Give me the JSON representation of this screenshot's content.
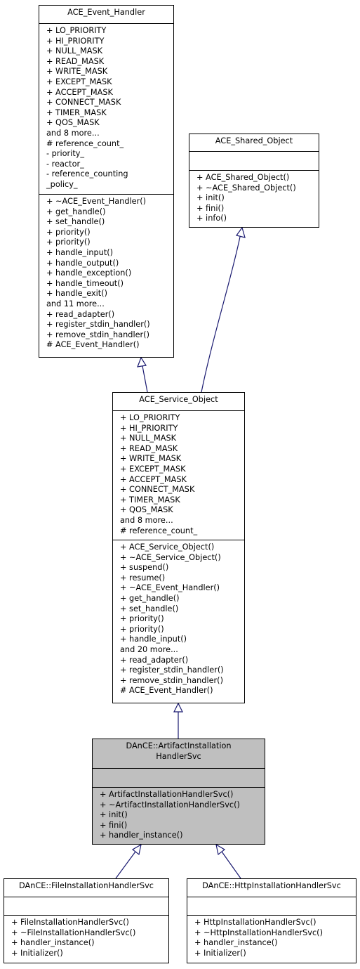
{
  "classes": {
    "event_handler": {
      "title": [
        "ACE_Event_Handler"
      ],
      "attributes": [
        "+ LO_PRIORITY",
        "+ HI_PRIORITY",
        "+ NULL_MASK",
        "+ READ_MASK",
        "+ WRITE_MASK",
        "+ EXCEPT_MASK",
        "+ ACCEPT_MASK",
        "+ CONNECT_MASK",
        "+ TIMER_MASK",
        "+ QOS_MASK",
        "and 8 more...",
        "# reference_count_",
        "- priority_",
        "- reactor_",
        "- reference_counting",
        "_policy_"
      ],
      "operations": [
        "+ ~ACE_Event_Handler()",
        "+ get_handle()",
        "+ set_handle()",
        "+ priority()",
        "+ priority()",
        "+ handle_input()",
        "+ handle_output()",
        "+ handle_exception()",
        "+ handle_timeout()",
        "+ handle_exit()",
        "and 11 more...",
        "+ read_adapter()",
        "+ register_stdin_handler()",
        "+ remove_stdin_handler()",
        "# ACE_Event_Handler()"
      ]
    },
    "shared_object": {
      "title": [
        "ACE_Shared_Object"
      ],
      "attributes": [],
      "operations": [
        "+ ACE_Shared_Object()",
        "+ ~ACE_Shared_Object()",
        "+ init()",
        "+ fini()",
        "+ info()"
      ]
    },
    "service_object": {
      "title": [
        "ACE_Service_Object"
      ],
      "attributes": [
        "+ LO_PRIORITY",
        "+ HI_PRIORITY",
        "+ NULL_MASK",
        "+ READ_MASK",
        "+ WRITE_MASK",
        "+ EXCEPT_MASK",
        "+ ACCEPT_MASK",
        "+ CONNECT_MASK",
        "+ TIMER_MASK",
        "+ QOS_MASK",
        "and 8 more...",
        "# reference_count_"
      ],
      "operations": [
        "+ ACE_Service_Object()",
        "+ ~ACE_Service_Object()",
        "+ suspend()",
        "+ resume()",
        "+ ~ACE_Event_Handler()",
        "+ get_handle()",
        "+ set_handle()",
        "+ priority()",
        "+ priority()",
        "+ handle_input()",
        "and 20 more...",
        "+ read_adapter()",
        "+ register_stdin_handler()",
        "+ remove_stdin_handler()",
        "# ACE_Event_Handler()"
      ]
    },
    "artifact_svc": {
      "title": [
        "DAnCE::ArtifactInstallation",
        "HandlerSvc"
      ],
      "attributes": [],
      "operations": [
        "+ ArtifactInstallationHandlerSvc()",
        "+ ~ArtifactInstallationHandlerSvc()",
        "+ init()",
        "+ fini()",
        "+ handler_instance()"
      ]
    },
    "file_svc": {
      "title": [
        "DAnCE::FileInstallationHandlerSvc"
      ],
      "attributes": [],
      "operations": [
        "+ FileInstallationHandlerSvc()",
        "+ ~FileInstallationHandlerSvc()",
        "+ handler_instance()",
        "+ Initializer()"
      ]
    },
    "http_svc": {
      "title": [
        "DAnCE::HttpInstallationHandlerSvc"
      ],
      "attributes": [],
      "operations": [
        "+ HttpInstallationHandlerSvc()",
        "+ ~HttpInstallationHandlerSvc()",
        "+ handler_instance()",
        "+ Initializer()"
      ]
    }
  },
  "colors": {
    "edge": "#191970",
    "highlight_fill": "#bfbfbf",
    "box_border": "#000000"
  }
}
